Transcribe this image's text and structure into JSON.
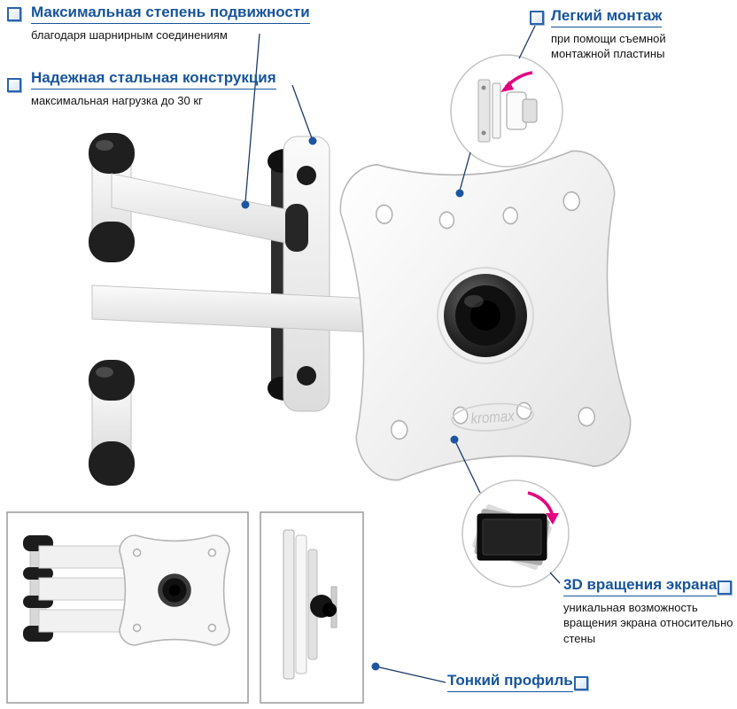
{
  "colors": {
    "title_blue": "#17549C",
    "connector_navy": "#1C3A66",
    "dot_blue": "#1D55A0",
    "arrow_magenta": "#E3007F",
    "frame_gray": "#9A9A9A",
    "product_white": "#F4F4F4",
    "joint_black": "#1F1F1F"
  },
  "callouts": {
    "mobility": {
      "title": "Максимальная степень подвижности",
      "subtitle": "благодаря шарнирным соединениям"
    },
    "construction": {
      "title": "Надежная стальная конструкция",
      "subtitle": "максимальная нагрузка до 30 кг"
    },
    "montage": {
      "title": "Легкий монтаж",
      "subtitle": "при помощи съемной\nмонтажной пластины"
    },
    "rotation": {
      "title": "3D вращения экрана",
      "subtitle": "уникальная возможность\nвращения экрана относительно\nстены"
    },
    "profile": {
      "title": "Тонкий профиль"
    }
  },
  "brand": {
    "name": "kromax"
  }
}
